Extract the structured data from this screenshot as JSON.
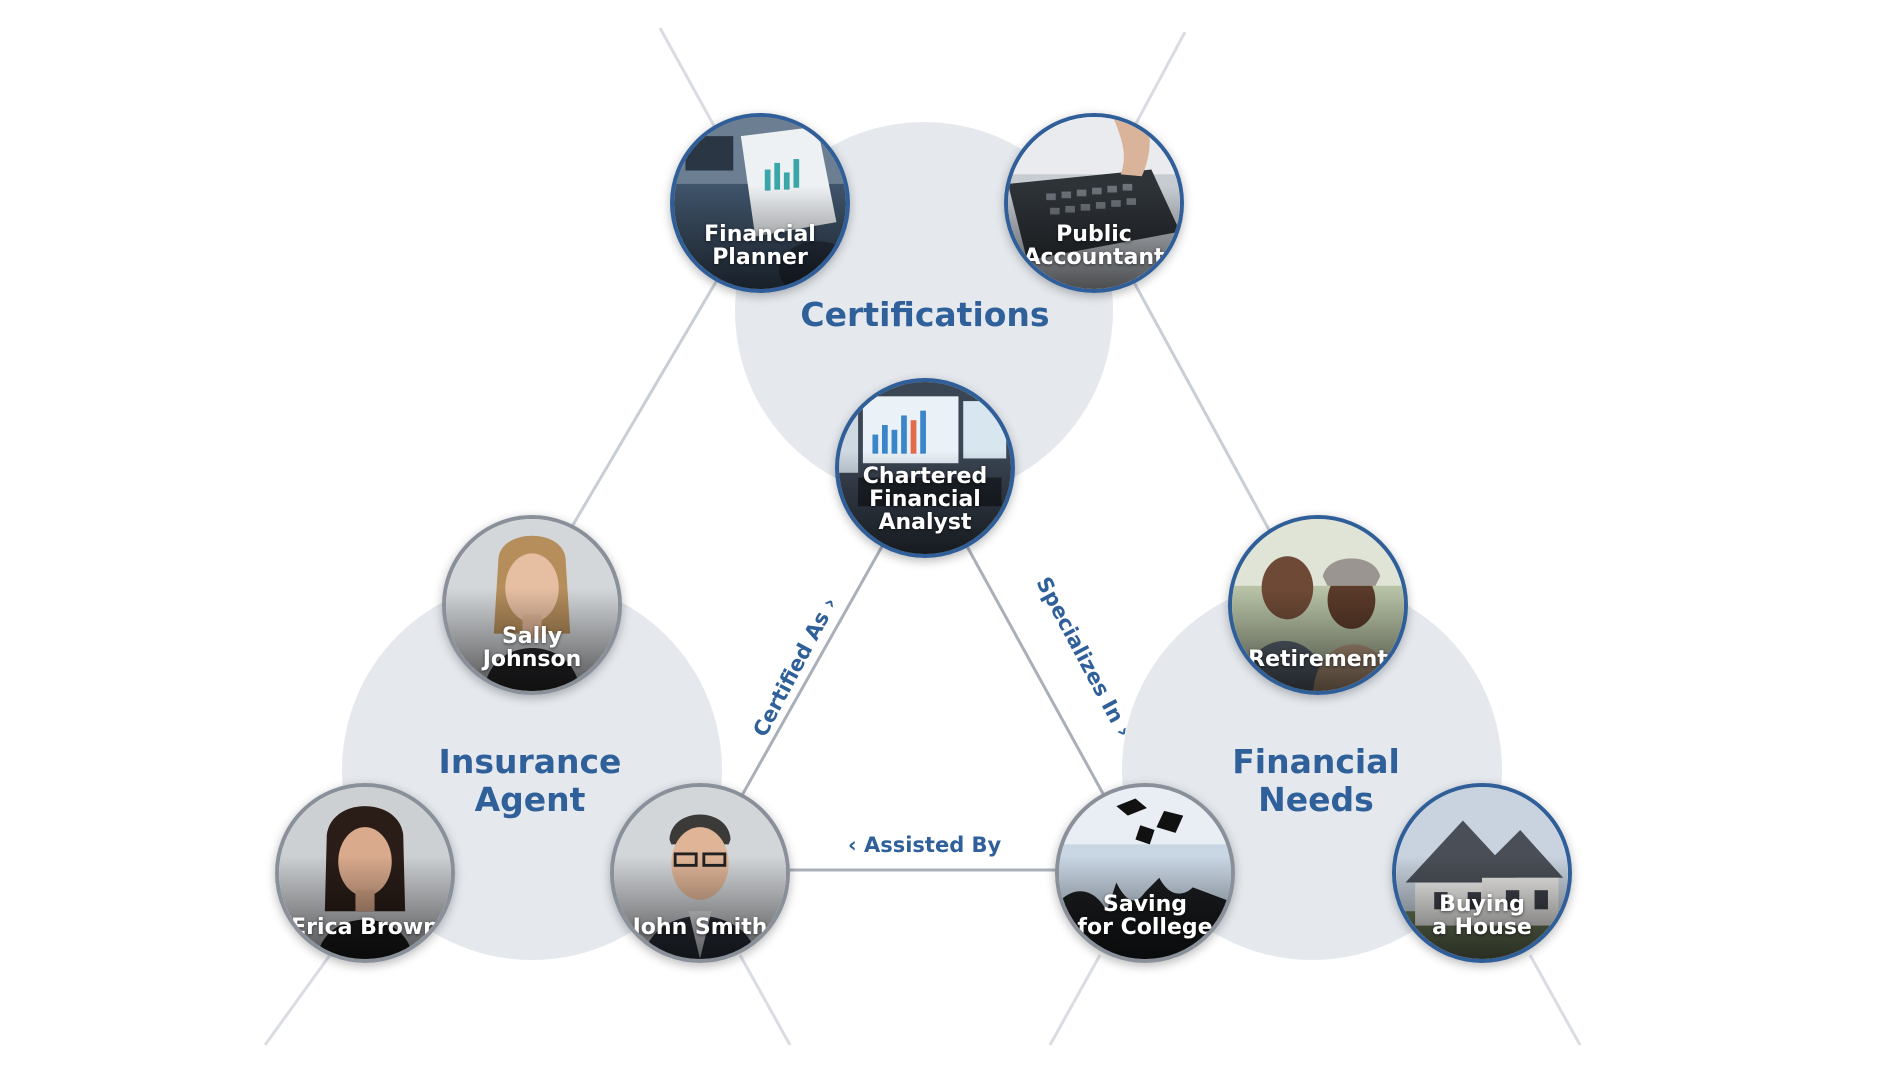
{
  "colors": {
    "accent": "#2f609a",
    "cluster_fill": "#e5e9ee",
    "edge_line": "#a9b0b9",
    "node_border": "#2f5e98",
    "person_border": "#8a9099"
  },
  "clusters": {
    "certifications": "Certifications",
    "insurance_agent": "Insurance\nAgent",
    "financial_needs": "Financial\nNeeds"
  },
  "nodes": {
    "financial_planner": {
      "label": "Financial\nPlanner",
      "icon": "chart-report-image"
    },
    "public_accountant": {
      "label": "Public\nAccountant",
      "icon": "calculator-image"
    },
    "chartered_financial_analyst": {
      "label": "Chartered\nFinancial\nAnalyst",
      "icon": "monitor-charts-image"
    },
    "sally_johnson": {
      "label": "Sally\nJohnson",
      "icon": "person-portrait"
    },
    "erica_brown": {
      "label": "Erica Brown",
      "icon": "person-portrait"
    },
    "john_smith": {
      "label": "John Smith",
      "icon": "person-portrait"
    },
    "retirement": {
      "label": "Retirement",
      "icon": "couple-portrait"
    },
    "saving_for_college": {
      "label": "Saving\nfor College",
      "icon": "graduation-caps-image"
    },
    "buying_a_house": {
      "label": "Buying\na House",
      "icon": "house-image"
    }
  },
  "edges": {
    "certified_as": "Certified As ›",
    "specializes_in": "Specializes In ›",
    "assisted_by": "‹ Assisted By"
  }
}
